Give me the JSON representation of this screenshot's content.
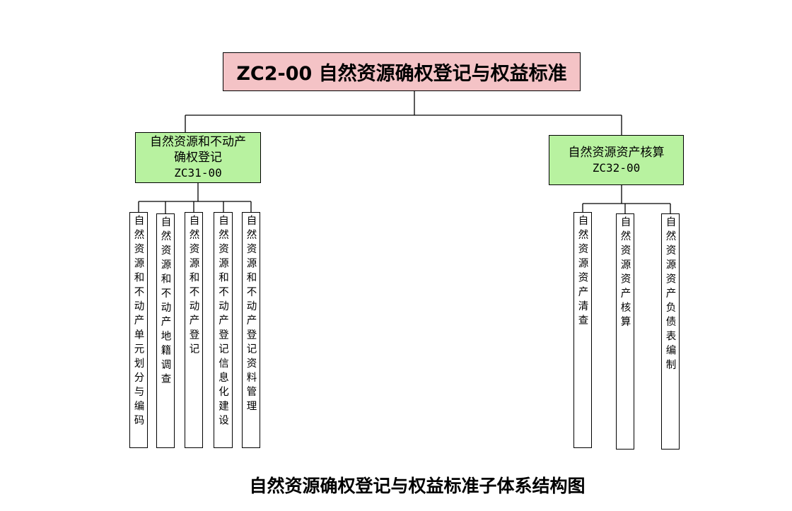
{
  "root": {
    "label": "ZC2-00  自然资源确权登记与权益标准"
  },
  "branches": [
    {
      "label_lines": [
        "自然资源和不动产",
        "确权登记"
      ],
      "code": "ZC31-00",
      "leaves": [
        "自然资源和不动产单元划分与编码",
        "自然资源和不动产地籍调查",
        "自然资源和不动产登记",
        "自然资源和不动产登记信息化建设",
        "自然资源和不动产登记资料管理"
      ]
    },
    {
      "label_lines": [
        "自然资源资产核算"
      ],
      "code": "ZC32-00",
      "leaves": [
        "自然资源资产清查",
        "自然资源资产核算",
        "自然资源资产负债表编制"
      ]
    }
  ],
  "caption": "自然资源确权登记与权益标准子体系结构图",
  "colors": {
    "root_fill": "#f4c3c6",
    "branch_fill": "#b8f2a0",
    "leaf_fill": "#ffffff",
    "line": "#000000"
  }
}
